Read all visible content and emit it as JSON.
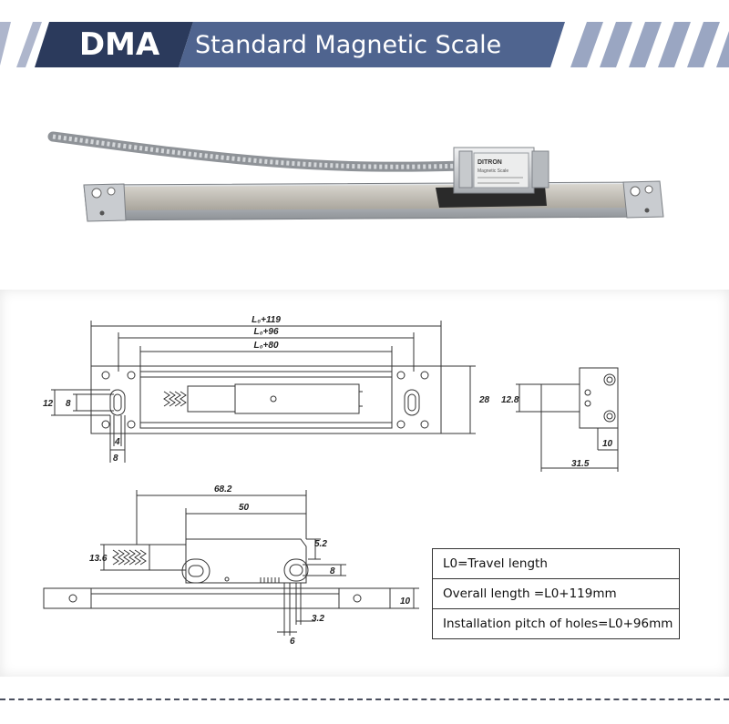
{
  "header": {
    "model": "DMA",
    "title": "Standard Magnetic Scale"
  },
  "product_photo": {
    "brand_label": "DITRON",
    "label_line1": "Magnetic Scale"
  },
  "drawing_dimensions": {
    "top_view": {
      "overall": "L₀+119",
      "pitch": "L₀+96",
      "travel": "L₀+80",
      "height": "28",
      "left_12": "12",
      "left_8": "8",
      "bottom_4": "4",
      "bottom_8": "8"
    },
    "end_view": {
      "height": "12.8",
      "width_10": "10",
      "width_31_5": "31.5"
    },
    "side_view": {
      "d68_2": "68.2",
      "d50": "50",
      "d13_6": "13.6",
      "d5_2": "5.2",
      "d8": "8",
      "d10": "10",
      "d6": "6",
      "d3_2": "3.2"
    }
  },
  "legend": {
    "line1": "L0=Travel length",
    "line2": "Overall length =L0+119mm",
    "line3": "Installation pitch of holes=L0+96mm"
  },
  "colors": {
    "header_dark": "#2b3a5c",
    "header_light": "#4f648f",
    "stripe": "#9aa6c2"
  }
}
